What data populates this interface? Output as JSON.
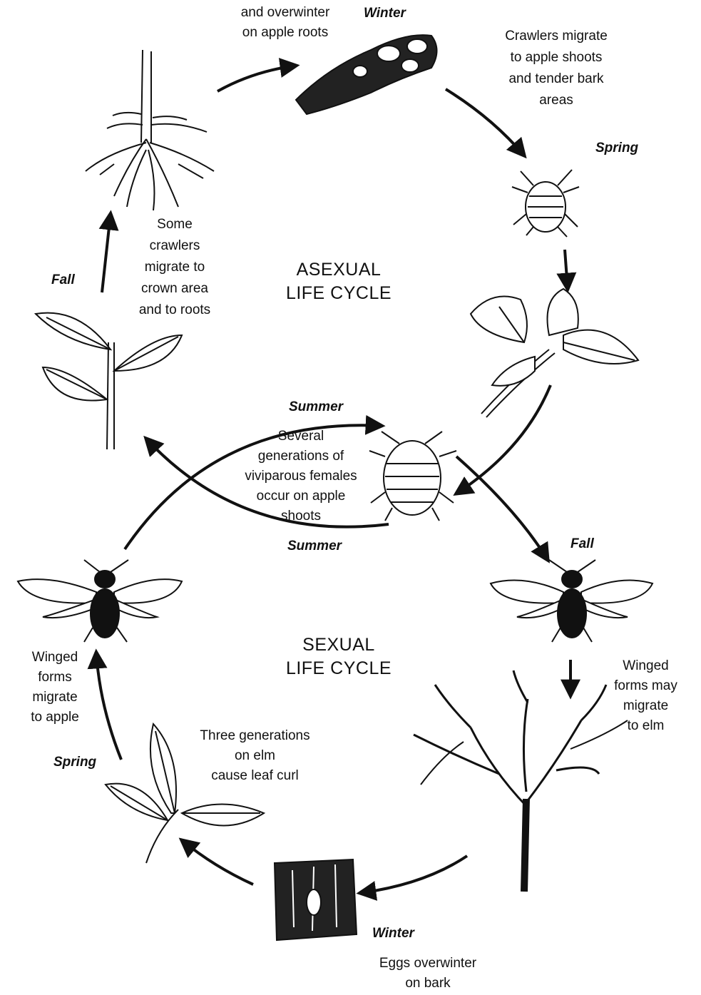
{
  "titles": {
    "asexual": [
      "ASEXUAL",
      "LIFE CYCLE"
    ],
    "sexual": [
      "SEXUAL",
      "LIFE CYCLE"
    ]
  },
  "seasons": {
    "winter_top": "Winter",
    "spring_right": "Spring",
    "fall_left": "Fall",
    "summer_top": "Summer",
    "summer_bottom": "Summer",
    "fall_right": "Fall",
    "spring_left": "Spring",
    "winter_bottom": "Winter"
  },
  "labels": {
    "overwinter_roots": [
      "and overwinter",
      "on apple roots"
    ],
    "crawlers_shoots": [
      "Crawlers migrate",
      "to apple shoots",
      "and tender bark",
      "areas"
    ],
    "crawlers_crown": [
      "Some",
      "crawlers",
      "migrate to",
      "crown area",
      "and to roots"
    ],
    "viviparous": [
      "Several",
      "generations of",
      "viviparous females",
      "occur on apple",
      "shoots"
    ],
    "winged_apple": [
      "Winged",
      "forms",
      "migrate",
      "to apple"
    ],
    "winged_elm": [
      "Winged",
      "forms may",
      "migrate",
      "to elm"
    ],
    "three_generations": [
      "Three generations",
      "on elm",
      "cause leaf curl"
    ],
    "eggs_bark": [
      "Eggs overwinter",
      "on bark"
    ]
  },
  "colors": {
    "ink": "#111111",
    "paper": "#ffffff"
  }
}
